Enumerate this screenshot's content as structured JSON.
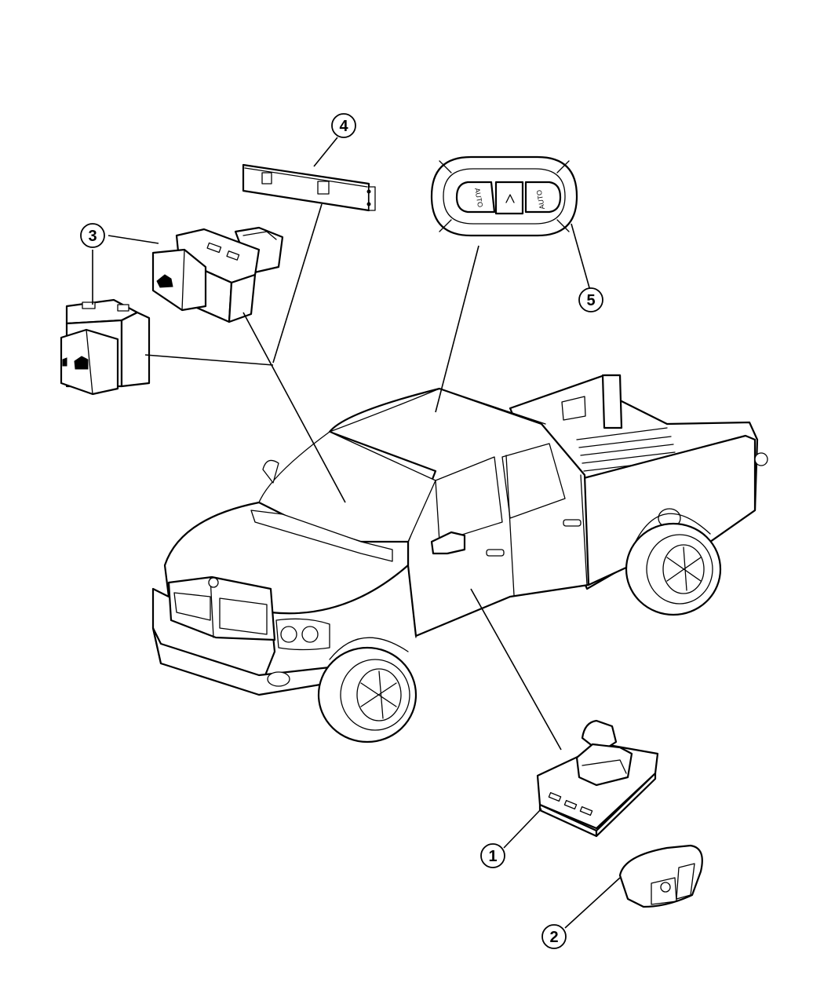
{
  "callouts": [
    {
      "number": "1"
    },
    {
      "number": "2"
    },
    {
      "number": "3"
    },
    {
      "number": "4"
    },
    {
      "number": "5"
    }
  ],
  "switch_labels": {
    "left_button": "AUTO",
    "right_button": "AUTO"
  }
}
